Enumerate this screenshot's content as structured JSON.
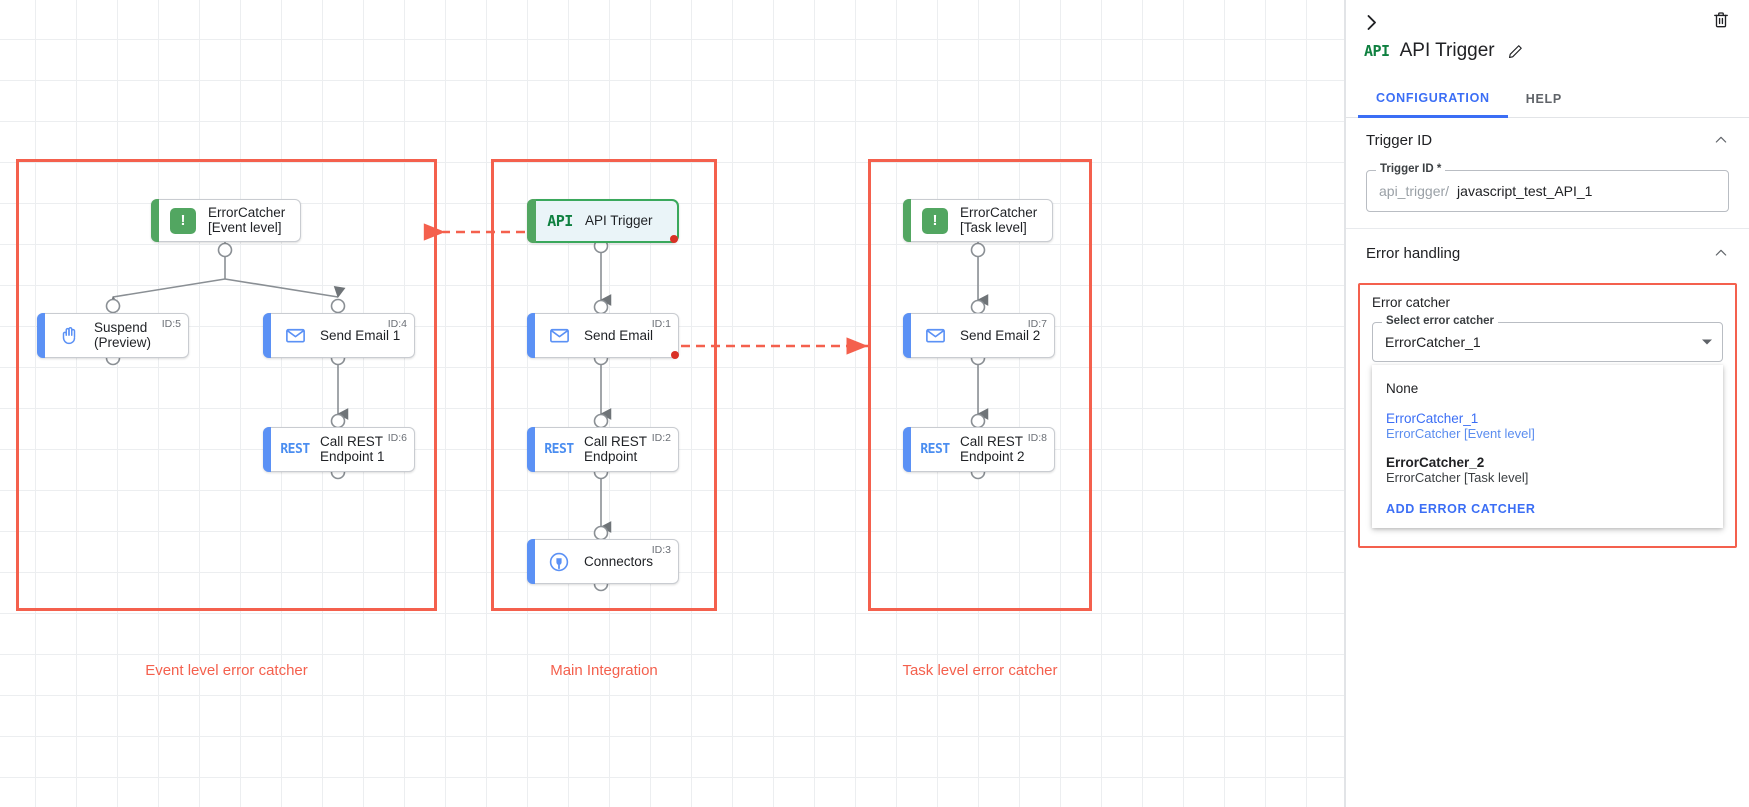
{
  "canvas": {
    "groups": [
      {
        "label": "Event level error catcher"
      },
      {
        "label": "Main Integration"
      },
      {
        "label": "Task level error catcher"
      }
    ],
    "nodes": {
      "ec_event": {
        "label": "ErrorCatcher\n[Event level]",
        "id": "",
        "icon": "exclamation-icon"
      },
      "suspend": {
        "label": "Suspend\n(Preview)",
        "id": "ID:5",
        "icon": "hand-icon"
      },
      "send_email_1": {
        "label": "Send Email 1",
        "id": "ID:4",
        "icon": "envelope-icon"
      },
      "rest_1": {
        "label": "Call REST\nEndpoint 1",
        "id": "ID:6",
        "icon": "rest-icon"
      },
      "api_trigger": {
        "label": "API Trigger",
        "id": "",
        "icon": "api-icon"
      },
      "send_email": {
        "label": "Send Email",
        "id": "ID:1",
        "icon": "envelope-icon"
      },
      "rest": {
        "label": "Call REST\nEndpoint",
        "id": "ID:2",
        "icon": "rest-icon"
      },
      "connectors": {
        "label": "Connectors",
        "id": "ID:3",
        "icon": "connectors-icon"
      },
      "ec_task": {
        "label": "ErrorCatcher\n[Task level]",
        "id": "",
        "icon": "exclamation-icon"
      },
      "send_email_2": {
        "label": "Send Email 2",
        "id": "ID:7",
        "icon": "envelope-icon"
      },
      "rest_2": {
        "label": "Call REST\nEndpoint 2",
        "id": "ID:8",
        "icon": "rest-icon"
      }
    },
    "colors": {
      "error_red": "#f4604d",
      "node_blue": "#5b91f5",
      "node_green": "#52a661",
      "error_dot": "#d93025",
      "grid": "#eceef0"
    }
  },
  "panel": {
    "collapse_icon": "chevron-right-icon",
    "delete_icon": "trash-icon",
    "type_icon": "api-icon",
    "title": "API Trigger",
    "edit_icon": "pencil-icon",
    "tabs": [
      {
        "label": "CONFIGURATION",
        "active": true
      },
      {
        "label": "HELP",
        "active": false
      }
    ],
    "sections": {
      "trigger_id": {
        "title": "Trigger ID",
        "field_legend": "Trigger ID *",
        "prefix": "api_trigger/",
        "value": "javascript_test_API_1"
      },
      "error_handling": {
        "title": "Error handling",
        "box_title": "Error catcher",
        "select_legend": "Select error catcher",
        "select_value": "ErrorCatcher_1",
        "menu": {
          "options": [
            {
              "main": "None",
              "sub": "",
              "selected": false,
              "strong": false
            },
            {
              "main": "ErrorCatcher_1",
              "sub": "ErrorCatcher [Event level]",
              "selected": true,
              "strong": false
            },
            {
              "main": "ErrorCatcher_2",
              "sub": "ErrorCatcher [Task level]",
              "selected": false,
              "strong": true
            }
          ],
          "action_label": "ADD ERROR CATCHER"
        }
      }
    },
    "accent_color": "#3b6ef5"
  }
}
